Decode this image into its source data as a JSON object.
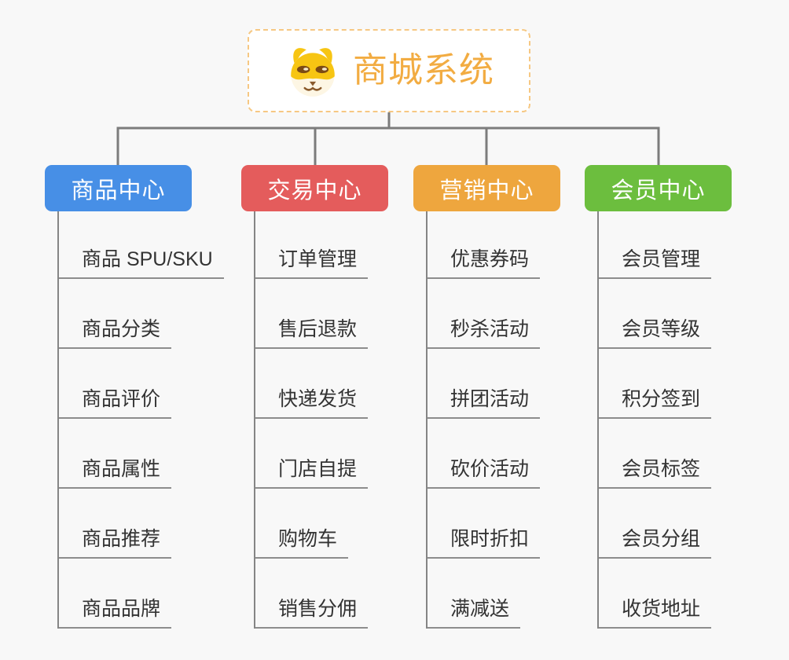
{
  "root": {
    "title": "商城系统",
    "icon": "dog-icon",
    "text_color": "#F2AC42",
    "border_color": "#F6C883",
    "background": "#FFFFFF"
  },
  "branches": [
    {
      "id": "product-center",
      "label": "商品中心",
      "color": "#478FE6",
      "children": [
        "商品 SPU/SKU",
        "商品分类",
        "商品评价",
        "商品属性",
        "商品推荐",
        "商品品牌"
      ]
    },
    {
      "id": "trade-center",
      "label": "交易中心",
      "color": "#E45C5C",
      "children": [
        "订单管理",
        "售后退款",
        "快递发货",
        "门店自提",
        "购物车",
        "销售分佣"
      ]
    },
    {
      "id": "marketing-center",
      "label": "营销中心",
      "color": "#EEA63E",
      "children": [
        "优惠券码",
        "秒杀活动",
        "拼团活动",
        "砍价活动",
        "限时折扣",
        "满减送"
      ]
    },
    {
      "id": "member-center",
      "label": "会员中心",
      "color": "#6CBE3E",
      "children": [
        "会员管理",
        "会员等级",
        "积分签到",
        "会员标签",
        "会员分组",
        "收货地址"
      ]
    }
  ],
  "colors": {
    "connector": "#7C7C7C",
    "leaf_line": "#8D8D8D",
    "leaf_text": "#333333",
    "background": "#F8F8F8"
  }
}
